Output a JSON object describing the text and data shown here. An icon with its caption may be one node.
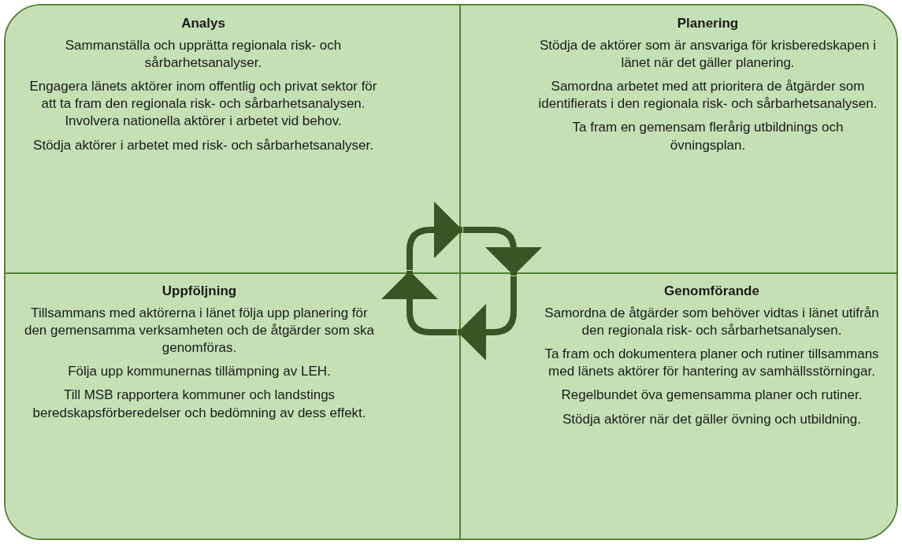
{
  "diagram": {
    "nodes": [
      {
        "text": [
          "Analys",
          "Sammanställa och upprätta regionala risk- och sårbarhetsanalyser.",
          "Engagera länets aktörer inom offentlig och privat sektor för att ta fram den regionala risk- och sårbarhetsanalysen. Involvera nationella aktörer i arbetet vid behov.",
          "Stödja aktörer i arbetet med risk- och sårbarhetsanalyser."
        ]
      },
      {
        "text": [
          "Planering",
          "Stödja de aktörer som är ansvariga för krisberedskapen i länet när det gäller planering.",
          "Samordna arbetet med att prioritera de åtgärder som identifierats i den regionala risk- och sårbarhetsanalysen.",
          "Ta fram en gemensam flerårig utbildnings och övningsplan."
        ]
      },
      {
        "text": [
          "Uppföljning",
          "Tillsammans med aktörerna i länet följa upp planering för den gemensamma verksamheten och de åtgärder som ska genomföras.",
          "Följa upp kommunernas tillämpning av LEH.",
          "Till MSB rapportera kommuner och landstings beredskapsförberedelser och bedömning av dess effekt."
        ]
      },
      {
        "text": [
          "Genomförande",
          "Samordna de åtgärder som behöver vidtas i länet utifrån den regionala risk- och sårbarhetsanalysen.",
          "Ta fram och dokumentera planer och rutiner tillsammans med länets aktörer för hantering av samhällsstörningar.",
          "Regelbundet öva gemensamma planer och rutiner.",
          "Stödja aktörer när det gäller övning och utbildning."
        ]
      }
    ],
    "edges": [
      {
        "from": 0,
        "to": 1,
        "arrow": "to"
      },
      {
        "from": 1,
        "to": 3,
        "arrow": "to"
      },
      {
        "from": 3,
        "to": 2,
        "arrow": "to"
      },
      {
        "from": 2,
        "to": 0,
        "arrow": "to"
      }
    ]
  }
}
